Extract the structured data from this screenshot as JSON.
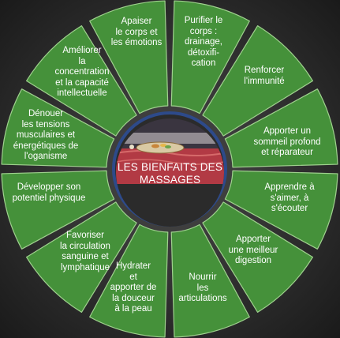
{
  "center": {
    "title": "LES BIENFAITS DES\nMASSAGES",
    "colors": {
      "ring": "#2d4a8a",
      "inner": "#2b2b2b"
    }
  },
  "colors": {
    "segment_fill": "#45913a",
    "segment_border": "#9fd18e",
    "background": "#3a3a3a"
  },
  "segments": [
    {
      "label": "Apaiser\nle corps et\nles émotions"
    },
    {
      "label": "Purifier le\ncorps :\ndrainage,\ndétoxifi-\ncation"
    },
    {
      "label": "Renforcer\nl'immunité"
    },
    {
      "label": "Apporter un\nsommeil profond\net réparateur"
    },
    {
      "label": "Apprendre à\ns'aimer, à\ns'écouter"
    },
    {
      "label": "Apporter\nune meilleur\ndigestion"
    },
    {
      "label": "Nourrir\nles\narticulations"
    },
    {
      "label": "Hydrater\net\napporter de\nla douceur\nà la peau"
    },
    {
      "label": "Favoriser\nla circulation\nsanguine et\nlymphatique"
    },
    {
      "label": "Développer son\npotentiel physique"
    },
    {
      "label": "Dénouer\nles tensions\nmusculaires et\nénergétiques de\nl'oganisme"
    },
    {
      "label": "Améliorer\nla\nconcentration\net la capacité\nintellectuelle"
    }
  ]
}
